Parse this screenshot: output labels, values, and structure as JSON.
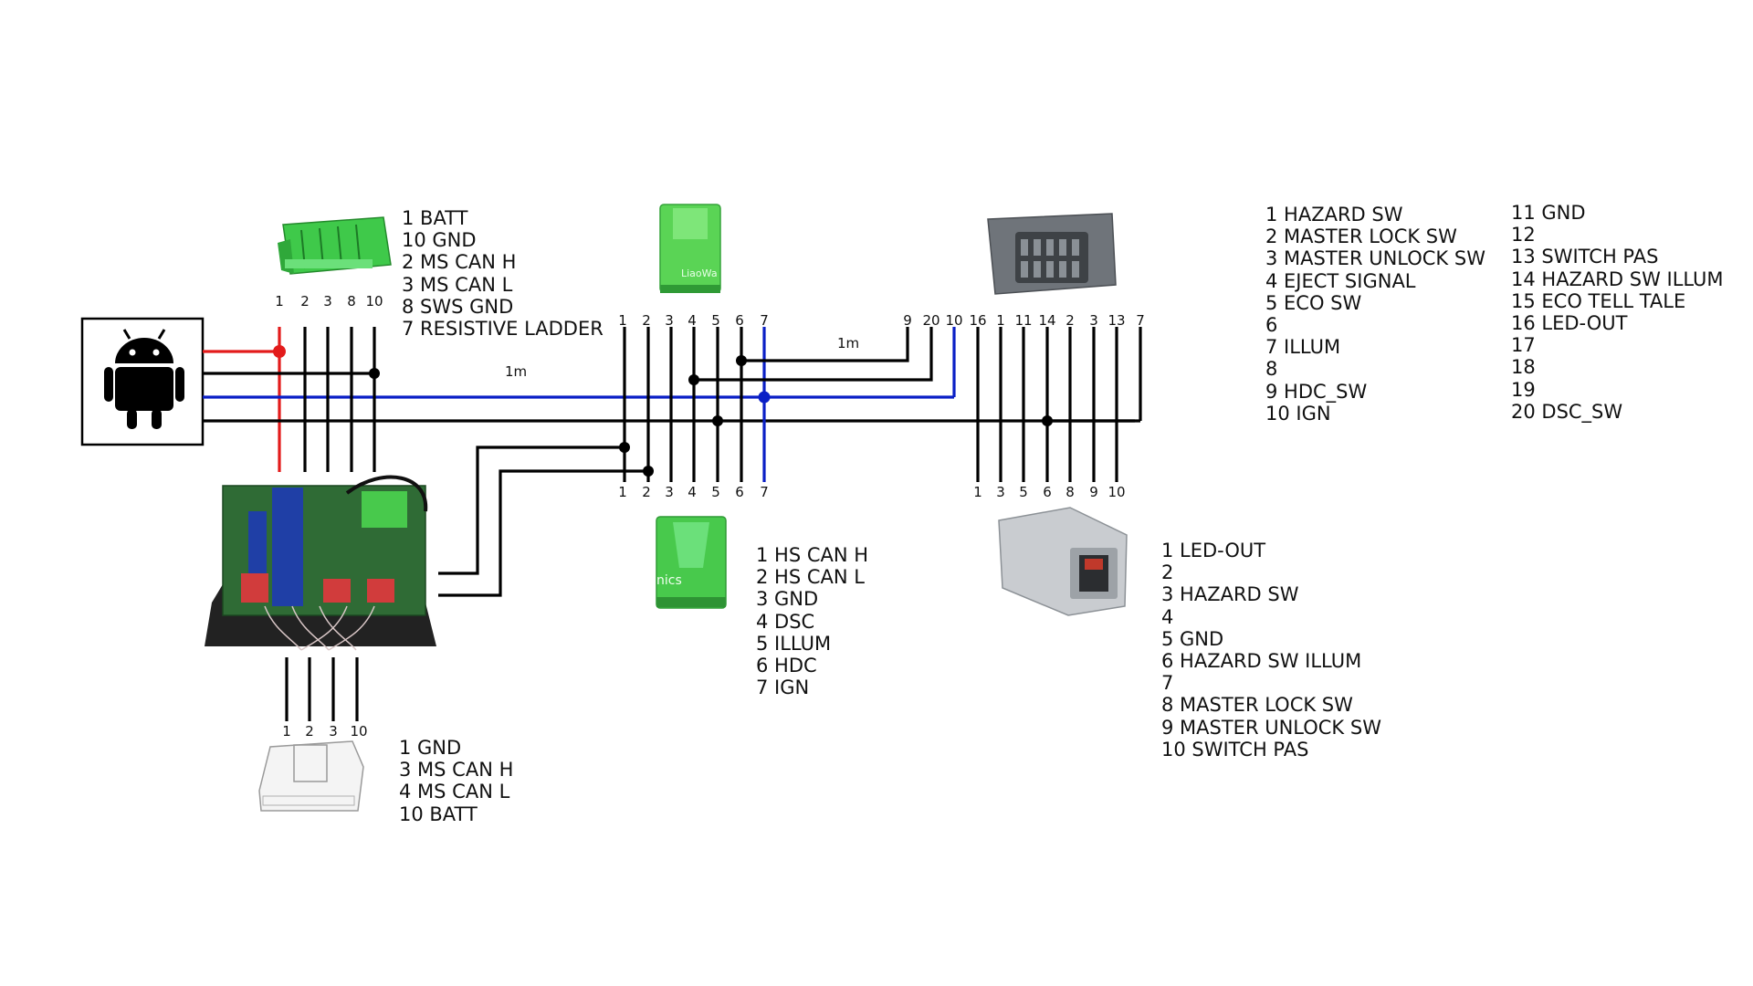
{
  "colors": {
    "power": "#e31b1b",
    "signal": "#0a1fc6",
    "wire": "#000000",
    "connector_green": "#3fc94a",
    "connector_grey": "#6f747a"
  },
  "icons": {
    "head_unit": "android-icon"
  },
  "wire_labels": {
    "left_run": "1m",
    "right_run": "1m"
  },
  "connector_top_left": {
    "pins": [
      "1",
      "2",
      "3",
      "8",
      "10"
    ],
    "pinout": [
      "1 BATT",
      "10 GND",
      "2 MS CAN H",
      "3 MS CAN L",
      "8 SWS GND",
      "7 RESISTIVE LADDER"
    ]
  },
  "connector_bottom_left": {
    "pins": [
      "1",
      "2",
      "3",
      "10"
    ],
    "pinout": [
      "1 GND",
      "3 MS CAN H",
      "4 MS CAN L",
      "10 BATT"
    ]
  },
  "connector_green_center": {
    "pins_top": [
      "1",
      "2",
      "3",
      "4",
      "5",
      "6",
      "7"
    ],
    "pins_bottom": [
      "1",
      "2",
      "3",
      "4",
      "5",
      "6",
      "7"
    ],
    "top_label": "LiaoWa",
    "bottom_label": "nics",
    "pinout": [
      "1 HS CAN H",
      "2 HS CAN L",
      "3 GND",
      "4 DSC",
      "5 ILLUM",
      "6 HDC",
      "7 IGN"
    ]
  },
  "connector_20pin": {
    "pins": [
      "9",
      "20",
      "10",
      "16",
      "1",
      "11",
      "14",
      "2",
      "3",
      "13",
      "7"
    ],
    "pinout_col1": [
      "1 HAZARD SW",
      "2 MASTER LOCK SW",
      "3 MASTER UNLOCK SW",
      "4 EJECT SIGNAL",
      "5 ECO SW",
      "6",
      "7 ILLUM",
      "8",
      "9 HDC_SW",
      "10 IGN"
    ],
    "pinout_col2": [
      "11 GND",
      "12",
      "13 SWITCH PAS",
      "14 HAZARD SW ILLUM",
      "15 ECO TELL TALE",
      "16 LED-OUT",
      "17",
      "18",
      "19",
      "20 DSC_SW"
    ]
  },
  "connector_10pin": {
    "pins": [
      "1",
      "3",
      "5",
      "6",
      "8",
      "9",
      "10"
    ],
    "pinout": [
      "1 LED-OUT",
      "2",
      "3 HAZARD SW",
      "4",
      "5 GND",
      "6 HAZARD SW ILLUM",
      "7",
      "8 MASTER LOCK SW",
      "9 MASTER UNLOCK SW",
      "10 SWITCH PAS"
    ]
  }
}
